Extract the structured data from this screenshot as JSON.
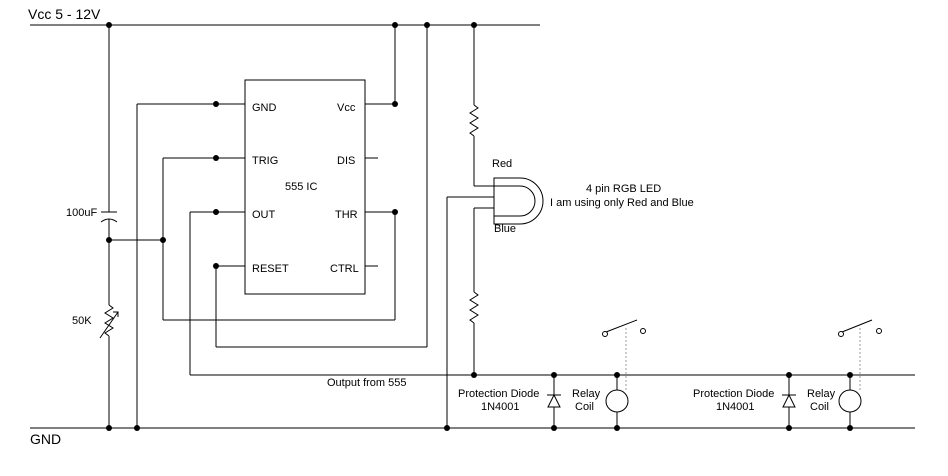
{
  "rails": {
    "vcc": "Vcc 5 - 12V",
    "gnd": "GND"
  },
  "ic": {
    "title": "555 IC",
    "pins": {
      "gnd": "GND",
      "vcc": "Vcc",
      "trig": "TRIG",
      "dis": "DIS",
      "out": "OUT",
      "thr": "THR",
      "reset": "RESET",
      "ctrl": "CTRL"
    }
  },
  "components": {
    "capacitor": "100uF",
    "pot": "50K",
    "led_red": "Red",
    "led_blue": "Blue",
    "led_desc_1": "4 pin RGB LED",
    "led_desc_2": "I am using only Red and Blue",
    "output_label": "Output from 555",
    "diode_1_line1": "Protection Diode",
    "diode_1_line2": "1N4001",
    "relay_1_line1": "Relay",
    "relay_1_line2": "Coil",
    "diode_2_line1": "Protection Diode",
    "diode_2_line2": "1N4001",
    "relay_2_line1": "Relay",
    "relay_2_line2": "Coil"
  }
}
